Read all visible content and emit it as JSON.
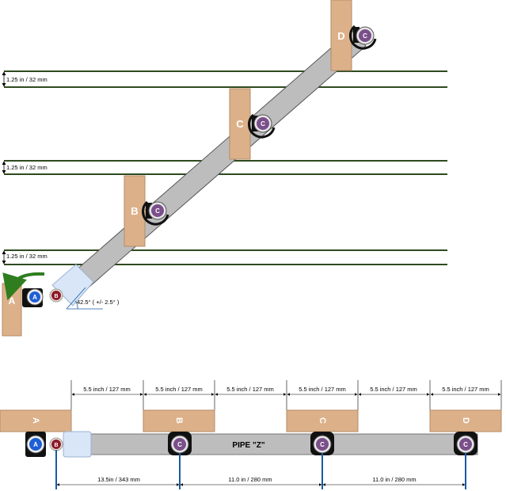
{
  "colors": {
    "board": "#dcb18a",
    "board_stroke": "#b58a63",
    "pipe": "#bdbdbd",
    "pipe_stroke": "#555555",
    "rail": "#2e4a1f",
    "bearing_c": "#7a4f8a",
    "bearing_a": "#1f5fd6",
    "bearing_b": "#8b1a2a",
    "dim_blue": "#1a5aa6",
    "arrow_green": "#2f7d1f",
    "coupling": "#d8e6f7"
  },
  "top": {
    "gap_labels": [
      "1.25 in / 32 mm",
      "1.25 in / 32 mm",
      "1.25 in / 32 mm"
    ],
    "board_labels": [
      "A",
      "B",
      "C",
      "D"
    ],
    "bearing_labels": [
      "A",
      "B",
      "C",
      "C",
      "C"
    ],
    "angle_label": "42.5° ( +/- 2.5° )"
  },
  "bottom": {
    "pipe_label": "PIPE  \"Z\"",
    "board_labels": [
      "A",
      "B",
      "C",
      "D"
    ],
    "bearing_labels": [
      "A",
      "B",
      "C",
      "C",
      "C"
    ],
    "top_dims": [
      "5.5 inch / 127 mm",
      "5.5 inch / 127 mm",
      "5.5 inch / 127 mm",
      "5.5 inch / 127 mm",
      "5.5 inch / 127 mm",
      "5.5 inch / 127 mm"
    ],
    "bottom_dims": [
      "13.5in  / 343 mm",
      "11.0 in /  280 mm",
      "11.0 in /  280 mm"
    ]
  }
}
